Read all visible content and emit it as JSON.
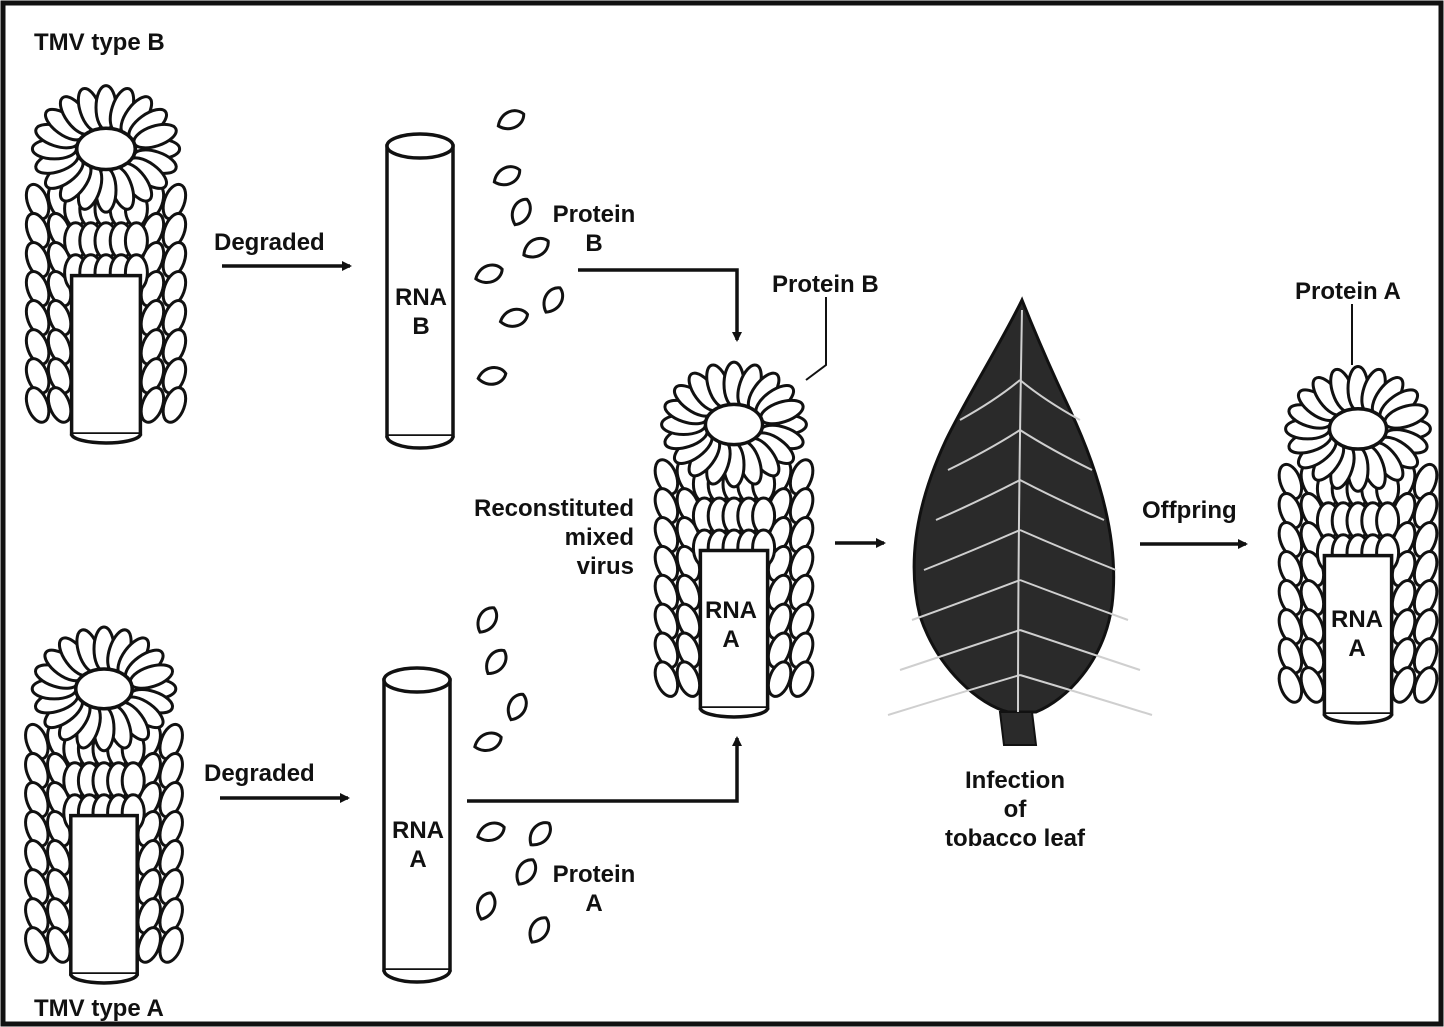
{
  "labels": {
    "tmv_b": "TMV type B",
    "tmv_a": "TMV type A",
    "degraded_top": "Degraded",
    "degraded_bottom": "Degraded",
    "rna_b_line1": "RNA",
    "rna_b_line2": "B",
    "rna_a_line1": "RNA",
    "rna_a_line2": "A",
    "protein_b_loose_line1": "Protein",
    "protein_b_loose_line2": "B",
    "protein_a_loose_line1": "Protein",
    "protein_a_loose_line2": "A",
    "protein_b_coat": "Protein B",
    "protein_a_coat": "Protein A",
    "reconstituted_line1": "Reconstituted",
    "reconstituted_line2": "mixed",
    "reconstituted_line3": "virus",
    "mixed_rna_line1": "RNA",
    "mixed_rna_line2": "A",
    "infection_line1": "Infection",
    "infection_line2": "of",
    "infection_line3": "tobacco leaf",
    "offspring": "Offpring",
    "offspring_rna_line1": "RNA",
    "offspring_rna_line2": "A"
  },
  "icons": {
    "virus": "tmv-particle-icon",
    "rna": "rna-rod-icon",
    "protein": "protein-subunit-icon",
    "leaf": "tobacco-leaf-icon"
  },
  "colors": {
    "ink": "#111111",
    "paper": "#ffffff",
    "leaf_fill": "#2a2a2a",
    "leaf_vein": "#cfcfcf"
  }
}
